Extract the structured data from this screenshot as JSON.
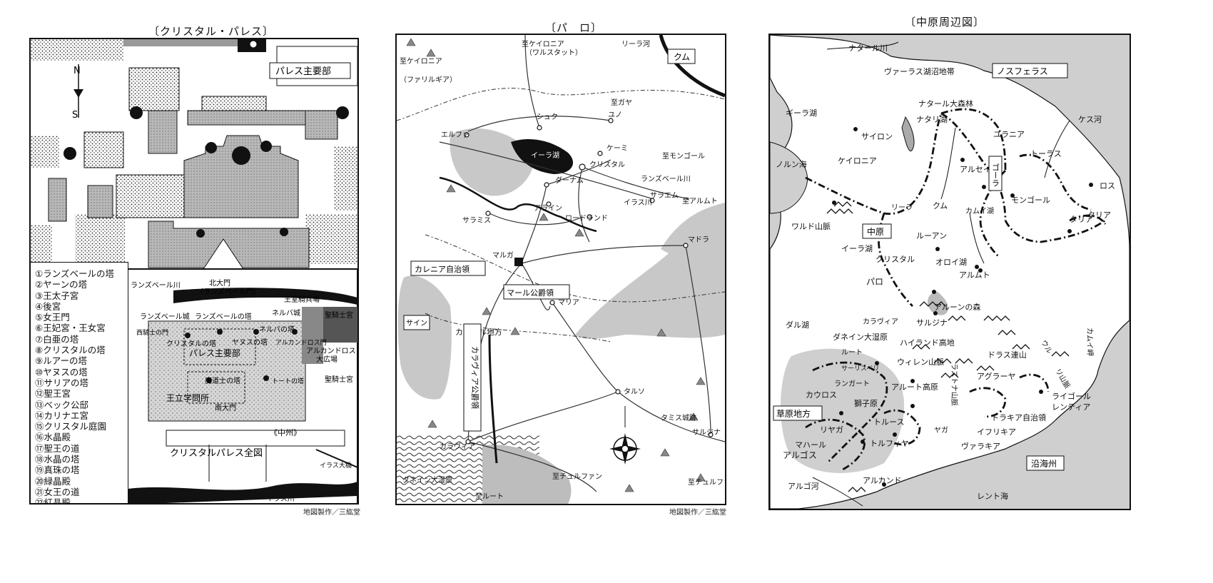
{
  "credit": "地図製作／三紘堂",
  "palace": {
    "title": "〔クリスタル・パレス〕",
    "main_label": "パレス主要部",
    "compass_n": "N",
    "compass_s": "S",
    "legend": [
      "①ランズベールの塔",
      "②ヤーンの塔",
      "③王太子宮",
      "④後宮",
      "⑤女王門",
      "⑥王妃宮・王女宮",
      "⑦白亜の塔",
      "⑧クリスタルの塔",
      "⑨ルアーの塔",
      "⑩ヤヌスの塔",
      "⑪サリアの塔",
      "⑫聖王宮",
      "⑬ベック公邸",
      "⑭カリナエ宮",
      "⑮クリスタル庭園",
      "⑯水晶殿",
      "⑰聖王の道",
      "⑱水晶の塔",
      "⑲真珠の塔",
      "⑳緑晶殿",
      "㉑女王の道",
      "㉒紅晶殿"
    ],
    "inset": {
      "north_gate": "北大門",
      "north_gate_sub": "（ランズベール門）",
      "lanzbel_river": "ランズベール川",
      "barracks": "王室騎兵場",
      "knights1": "聖騎士宮",
      "knights2": "聖騎士宮",
      "nerva_castle": "ネルバ城",
      "lanzbel_castle": "ランズベール城",
      "lanzbel_tower": "ランズベールの塔",
      "nerva_tower": "ネルバの塔",
      "crystal_tower": "クリスタルの塔",
      "janus_tower": "ヤヌスの塔",
      "palace_main": "パレス主要部",
      "west_gate": "西騎士の門",
      "alcandros_gate": "アルカンドロス門",
      "alcandros_sq1": "アルカンドロス",
      "alcandros_sq2": "大広場",
      "mage_tower": "魔道士の塔",
      "tote_tower": "トートの塔",
      "academy": "王立学問所",
      "south_gate": "南大門",
      "chushu": "《中州》",
      "whole_map": "クリスタルパレス全図",
      "iras_river": "イラス川",
      "iras_bridge": "イラス大橋"
    }
  },
  "paro": {
    "title": "〔パ　ロ〕",
    "labels": {
      "to_keironia_top": "至ケイロニア",
      "wolstat": "（ワルスタット）",
      "to_keironia_left": "至ケイロニア",
      "farligia": "（ファリルギア）",
      "lira_river": "リーラ河",
      "kumu": "クム",
      "to_gaya": "至ガヤ",
      "shuku": "シュク",
      "yu": "ユノ",
      "elfa": "エルファ",
      "kemi": "ケーミ",
      "ira_lake": "イーラ湖",
      "to_mongoru": "至モンゴール",
      "crystal": "クリスタル",
      "lanzbel_river": "ランズベール川",
      "danam": "ダーナム",
      "sarem": "サラエム",
      "to_arumuto": "至アルムト",
      "arain": "アライン",
      "iras_river": "イラス川",
      "lord_land": "ロードランド",
      "saramis": "サラミス",
      "madora": "マドラ",
      "maruga": "マルガ",
      "kalenia": "カレニア自治領",
      "marl": "マール公爵領",
      "maria": "マリア",
      "sain": "サイン",
      "kapur": "カプール地方",
      "karavia_duchy": "カラヴィア公爵領",
      "taruso": "タルソ",
      "tamis": "タミス城跡",
      "sarujina": "サルジナ",
      "karavia": "カラヴィア",
      "danein": "ダネイン大湿原",
      "to_churufan1": "至チュルファン",
      "to_churufan2": "至チュルファン",
      "to_ruto": "至ルート"
    }
  },
  "chugen": {
    "title": "〔中原周辺図〕",
    "labels": {
      "natal_river": "ナタール川",
      "nosferas": "ノスフェラス",
      "varas": "ヴァーラス湖沼地帯",
      "gira": "ギーラ湖",
      "natal_forest": "ナタール大森林",
      "natari": "ナタリ湖",
      "kes_river": "ケス河",
      "sairon": "サイロン",
      "yurania": "ユラニア",
      "keironia": "ケイロニア",
      "tolas": "トーラス",
      "norun": "ノルン海",
      "arseis": "アルセイス",
      "gora": "ゴーラ",
      "ros": "ロス",
      "mongoru": "モンゴール",
      "kumu": "クム",
      "kamui": "カムイ湖",
      "taria1": "タリア",
      "taria2": "タリア",
      "wald": "ワルド山脈",
      "chugen": "中原",
      "lira": "リーラ",
      "ruan": "ルーアン",
      "ira": "イーラ湖",
      "crystal": "クリスタル",
      "oroi": "オロイ湖",
      "paro": "パロ",
      "arumuto": "アルムト",
      "aroon": "アルーンの森",
      "dal": "ダル湖",
      "karavia": "カラヴィア",
      "sarujina": "サルジナ",
      "danein": "ダネイン大湿原",
      "highland": "ハイランド高地",
      "doras": "ドラス連山",
      "ruto": "ルート",
      "wilen": "ウィレン山脈",
      "kamui_cape": "カムイ岬",
      "saris": "サーリスベリ",
      "agraya": "アグラーヤ",
      "langart": "ランガート",
      "arluto": "アルート高原",
      "kauros": "カウロス",
      "shishi": "獅子原",
      "raigor": "ライゴール",
      "lentia": "レンティア",
      "sogen": "草原地方",
      "torakia": "トラキア自治領",
      "tolus": "トルース",
      "riyaga": "リヤガ",
      "yaga": "ヤガ",
      "ifulikia": "イフリキア",
      "mahal": "マハール",
      "tolfaya": "トルフィヤ",
      "varakia": "ヴァラキア",
      "argos": "アルゴス",
      "engai": "沿海州",
      "arukando": "アルカンド",
      "argo_river": "アルゴ河",
      "lent": "レント海",
      "vl": "ウル",
      "vl2": "リ山脈",
      "kauros2": "ラストナ山脈"
    }
  }
}
